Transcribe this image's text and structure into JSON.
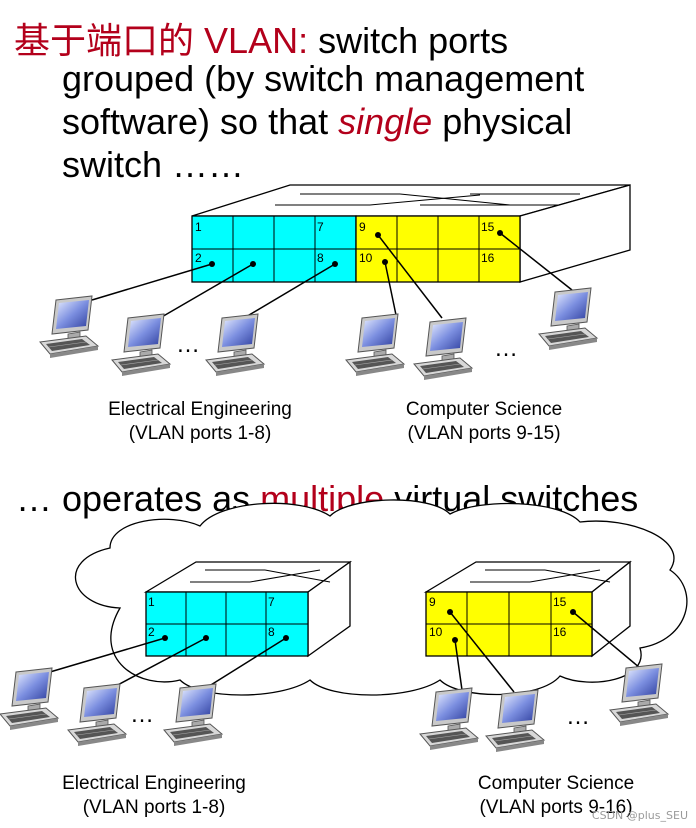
{
  "title": {
    "prefix_cn": "基于端口的",
    "vlan": "VLAN:",
    "line1_rest": "switch ports",
    "line2": "grouped (by switch management",
    "line3_a": "software) so that",
    "line3_em": "single",
    "line3_b": "physical",
    "line4": "switch ……"
  },
  "top_switch": {
    "ports": [
      "1",
      "2",
      "7",
      "8",
      "9",
      "10",
      "15",
      "16"
    ]
  },
  "top_labels": {
    "ee_name": "Electrical Engineering",
    "ee_ports": "(VLAN ports 1-8)",
    "cs_name": "Computer Science",
    "cs_ports": "(VLAN ports 9-15)",
    "ellipsis": "…"
  },
  "subtitle": {
    "a": "… operates as",
    "em": "multiple",
    "b": "virtual switches"
  },
  "bottom_switch_ee": {
    "ports": [
      "1",
      "2",
      "7",
      "8"
    ]
  },
  "bottom_switch_cs": {
    "ports": [
      "9",
      "10",
      "15",
      "16"
    ]
  },
  "bottom_labels": {
    "ee_name": "Electrical Engineering",
    "ee_ports": "(VLAN ports 1-8)",
    "cs_name": "Computer Science",
    "cs_ports": "(VLAN ports 9-16)",
    "ellipsis": "…"
  },
  "watermark": "CSDN @plus_SEU",
  "colors": {
    "ee": "#00ffff",
    "cs": "#ffff00",
    "accent": "#b3001b"
  }
}
